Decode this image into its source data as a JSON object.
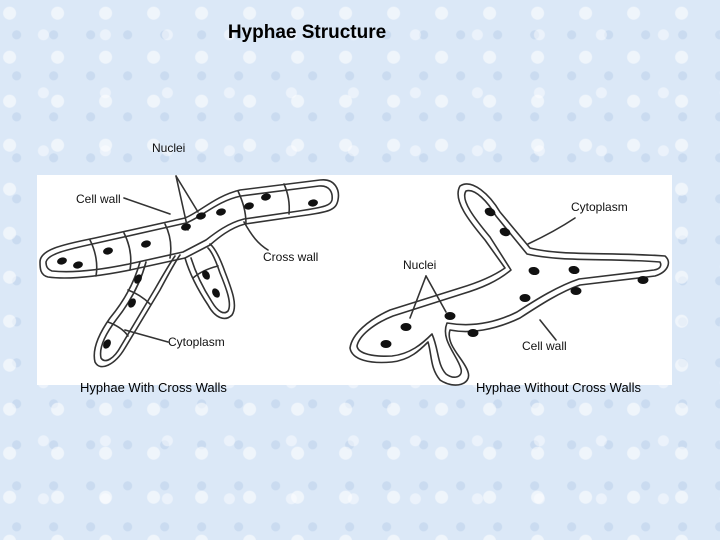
{
  "title": "Hyphae Structure",
  "labels": {
    "left_nuclei": "Nuclei",
    "left_cell_wall": "Cell wall",
    "cross_wall": "Cross wall",
    "left_cytoplasm": "Cytoplasm",
    "right_cytoplasm": "Cytoplasm",
    "right_nuclei": "Nuclei",
    "right_cell_wall": "Cell wall"
  },
  "captions": {
    "left": "Hyphae With Cross Walls",
    "right": "Hyphae Without Cross Walls"
  },
  "colors": {
    "background": "#dbe8f7",
    "outline": "#333333",
    "nucleus": "#111111"
  }
}
